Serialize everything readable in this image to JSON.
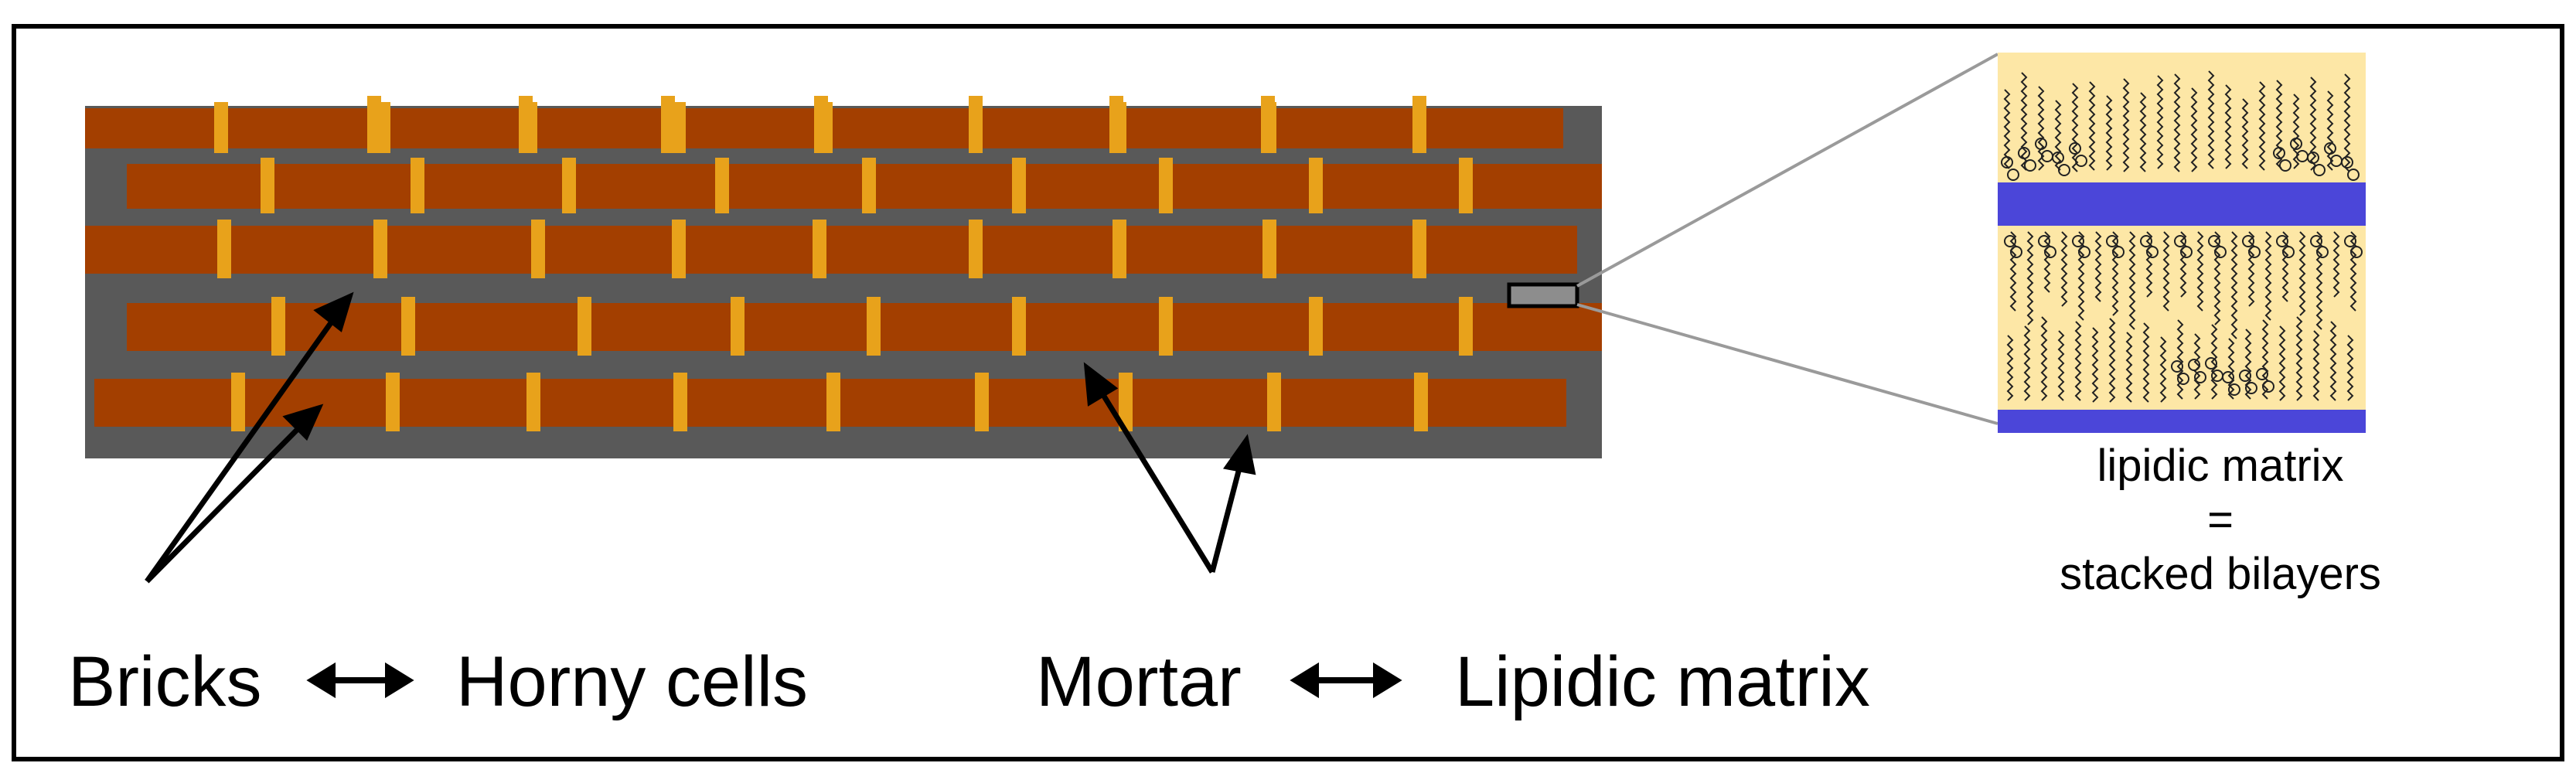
{
  "labels": {
    "bricks": "Bricks",
    "horny_cells": "Horny cells",
    "mortar": "Mortar",
    "lipidic_matrix": "Lipidic matrix",
    "inset_line1": "lipidic matrix",
    "inset_line2": "=",
    "inset_line3": "stacked bilayers"
  },
  "colors": {
    "brick": "#a33f00",
    "mortar": "#595959",
    "spacer": "#e8a21b",
    "lipid_background": "#fde7a6",
    "bilayer_band": "#4b46d9",
    "frame": "#000000",
    "zoom_lines": "#9a9a9a"
  },
  "icons": {
    "equivalence": "double-headed-arrow-icon"
  }
}
